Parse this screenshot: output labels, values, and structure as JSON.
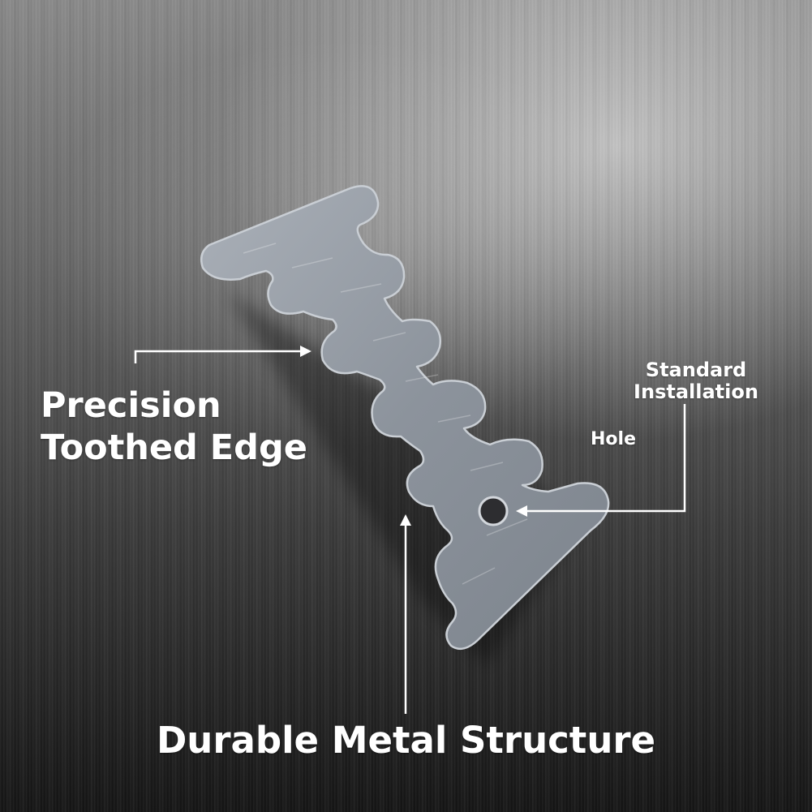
{
  "labels": {
    "precision_line1": "Precision",
    "precision_line2": "Toothed Edge",
    "standard_line1": "Standard",
    "standard_line2": "Installation",
    "hole": "Hole",
    "durable": "Durable Metal Structure"
  },
  "colors": {
    "text": "#ffffff",
    "pointer": "#ffffff",
    "plate": "#8f959d"
  },
  "icons": [
    "arrow-right-icon",
    "arrow-left-icon",
    "arrow-up-icon"
  ]
}
